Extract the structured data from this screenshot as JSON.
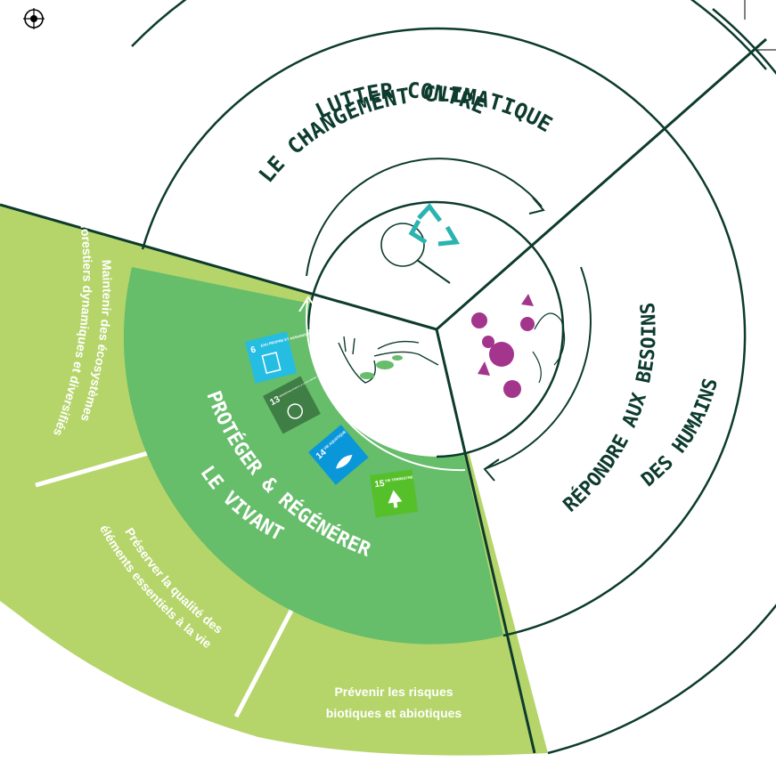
{
  "diagram": {
    "sections": {
      "climate": {
        "line1": "LUTTER CONTRE",
        "line2": "LE CHANGEMENT CLIMATIQUE"
      },
      "humans": {
        "line1": "RÉPONDRE AUX BESOINS",
        "line2": "DES HUMAINS"
      },
      "living": {
        "line1": "PROTÉGER & RÉGÉNÉRER",
        "line2": "LE VIVANT"
      }
    },
    "outer_segments": {
      "ecosystems": {
        "line1": "Maintenir des écosystèmes",
        "line2": "forestiers dynamiques et diversifiés"
      },
      "elements": {
        "line1": "Préserver la qualité des",
        "line2": "éléments essentiels à la vie"
      },
      "risks": {
        "line1": "Prévenir les risques",
        "line2": "biotiques et abiotiques"
      }
    },
    "sdg_badges": [
      {
        "number": "6",
        "label": "EAU PROPRE ET ASSAINISSEMENT",
        "color": "#26bde2"
      },
      {
        "number": "13",
        "label": "MESURES RELATIVES À LA LUTTE CONTRE LES CHANGEMENTS CLIMATIQUES",
        "color": "#3f7e44"
      },
      {
        "number": "14",
        "label": "VIE AQUATIQUE",
        "color": "#0a97d9"
      },
      {
        "number": "15",
        "label": "VIE TERRESTRE",
        "color": "#56c02b"
      }
    ],
    "colors": {
      "dark_green": "#0d3b2e",
      "mid_green": "#66bd6a",
      "light_green": "#b5d56a",
      "magenta": "#a3358c",
      "teal": "#2ab3b1"
    }
  }
}
